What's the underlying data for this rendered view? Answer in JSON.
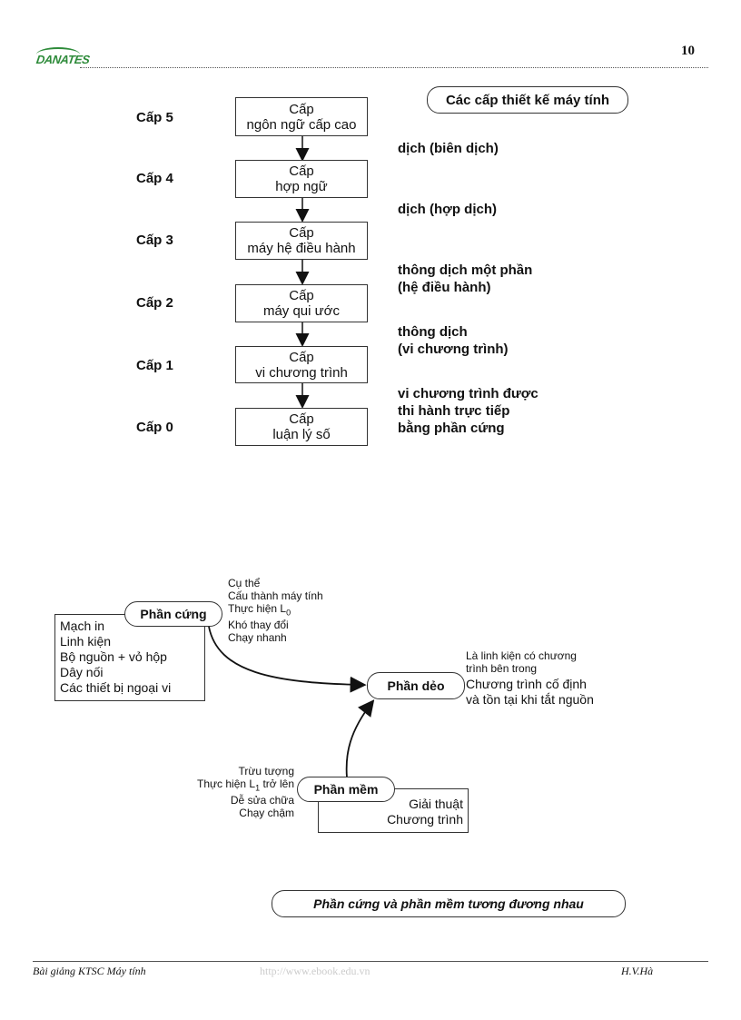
{
  "header": {
    "logo": "DANATES",
    "page_number": "10"
  },
  "levels_diagram": {
    "title": "Các cấp thiết kế máy tính",
    "levels": [
      {
        "label": "Cấp 5",
        "box_line1": "Cấp",
        "box_line2": "ngôn ngữ cấp cao"
      },
      {
        "label": "Cấp 4",
        "box_line1": "Cấp",
        "box_line2": "hợp ngữ"
      },
      {
        "label": "Cấp 3",
        "box_line1": "Cấp",
        "box_line2": "máy hệ điều hành"
      },
      {
        "label": "Cấp 2",
        "box_line1": "Cấp",
        "box_line2": "máy qui ước"
      },
      {
        "label": "Cấp 1",
        "box_line1": "Cấp",
        "box_line2": "vi chương trình"
      },
      {
        "label": "Cấp 0",
        "box_line1": "Cấp",
        "box_line2": "luận lý số"
      }
    ],
    "notes": [
      "dịch (biên dịch)",
      "dịch (hợp dịch)",
      "thông dịch một phần\n(hệ điều hành)",
      "thông dịch\n(vi chương trình)",
      "vi chương trình được\nthi hành trực tiếp\nbằng phần cứng"
    ]
  },
  "equivalence_diagram": {
    "hardware": {
      "title": "Phần cứng",
      "traits_prefix": "Cụ thể\nCấu thành máy tính\nThực hiện L",
      "traits_sub": "0",
      "traits_suffix": "\nKhó thay đổi\nChạy nhanh",
      "components": "Mạch in\nLinh kiện\nBộ nguồn + vỏ hộp\nDây nối\nCác thiết bị ngoại vi"
    },
    "firmware": {
      "title": "Phần dẻo",
      "desc_small": "Là linh kiện có chương\ntrình bên trong",
      "desc_large": "Chương trình cố định\nvà tồn tại khi tắt nguồn"
    },
    "software": {
      "title": "Phần mềm",
      "traits_line1": "Trừu tượng",
      "traits_line2_prefix": "Thực hiện L",
      "traits_line2_sub": "1",
      "traits_line2_suffix": " trở lên",
      "traits_rest": "Dễ sửa chữa\nChạy chậm",
      "components": "Giải thuật\nChương trình"
    },
    "caption": "Phần cứng và phần mềm tương đương nhau"
  },
  "footer": {
    "left": "Bài giảng KTSC Máy tính",
    "url": "http://www.ebook.edu.vn",
    "right": "H.V.Hà"
  }
}
